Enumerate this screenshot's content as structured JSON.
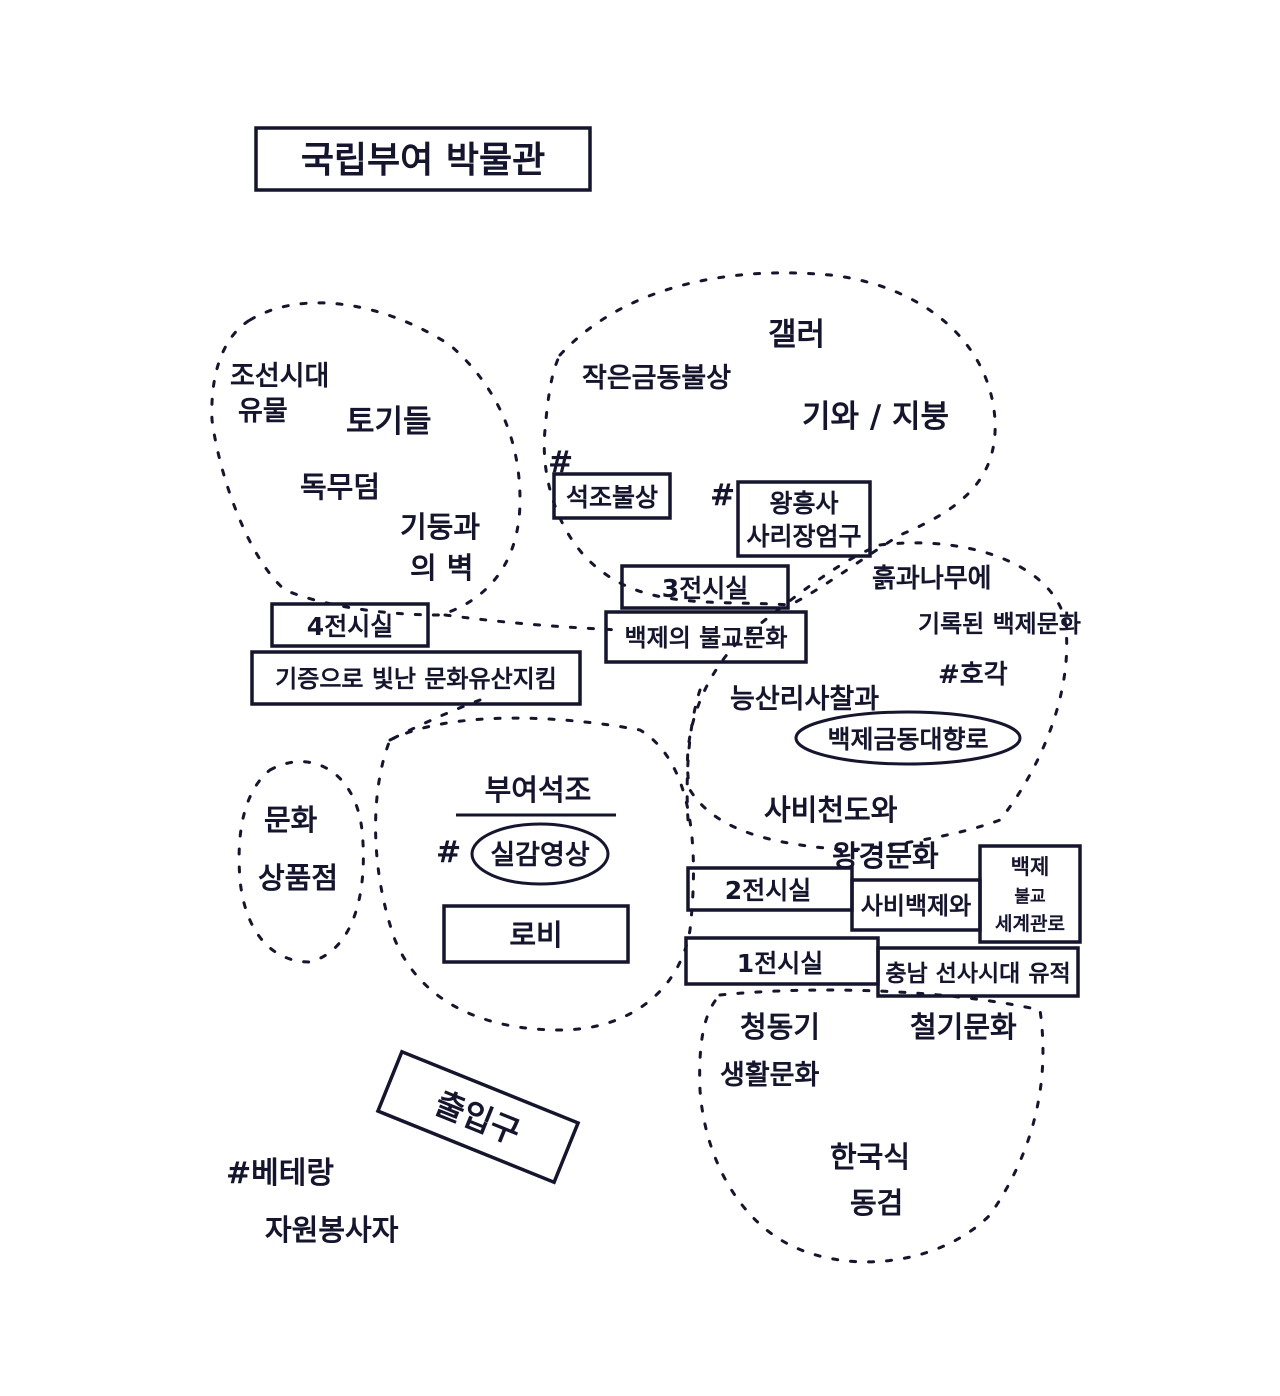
{
  "title": "국립부여 박물관",
  "zones": {
    "joseon": {
      "relics": [
        "조선시대",
        "유물"
      ],
      "pottery": "토기들",
      "tomb": "독무덤",
      "wall": [
        "기둥과",
        "의 벽"
      ]
    },
    "gallery3_area": {
      "gallery": "갤러",
      "small_buddha": "작은금동불상",
      "tiles": "기와 / 지붕",
      "stone_buddha": "석조불상",
      "wanghungsa": [
        "왕흥사",
        "사리장엄구"
      ]
    },
    "right_area": {
      "wood_records": [
        "흙과나무에",
        "기록된 백제문화"
      ],
      "amber": "#호각",
      "temple": "능산리사찰과",
      "incense": "백제금동대향로"
    },
    "sabi_area": {
      "capital": [
        "사비천도와",
        "왕경문화"
      ],
      "sabi_baekje": "사비백제와",
      "baekje_world": [
        "백제",
        "불교",
        "세계관로"
      ]
    },
    "gallery1_area": {
      "bronze": [
        "청동기",
        "생활문화"
      ],
      "iron": "철기문화",
      "mirror": [
        "한국식",
        "동검"
      ]
    },
    "culture_shop": [
      "문화",
      "상품점"
    ],
    "buyeo_stone": "부여석조",
    "hash_mark": "#",
    "video": "실감영상",
    "lobby": "로비",
    "entrance": "출입구"
  },
  "labels": {
    "gallery4": "4전시실",
    "gallery4_desc": "기증으로 빛난 문화유산지킴",
    "gallery3": "3전시실",
    "gallery3_desc": "백제의 불교문화",
    "gallery2": "2전시실",
    "gallery1": "1전시실",
    "gallery1_desc": "충남 선사시대 유적"
  },
  "notes": {
    "volunteer": [
      "#베테랑",
      "자원봉사자"
    ]
  },
  "colors": {
    "ink": "#15152e",
    "paper": "#ffffff"
  }
}
